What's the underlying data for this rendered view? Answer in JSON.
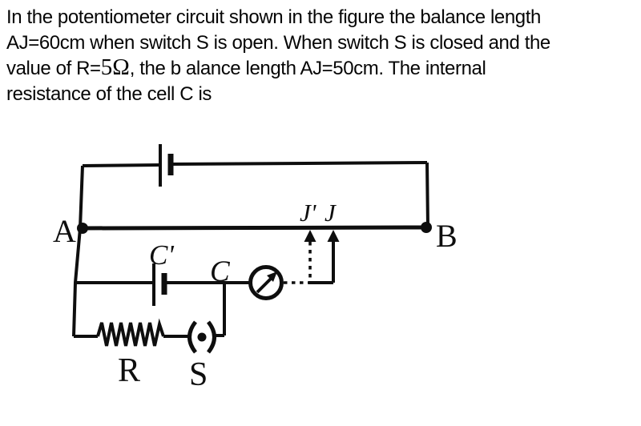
{
  "question": {
    "line1": "In the potentiometer circuit shown in the figure the balance length",
    "line2": "AJ=60cm when switch S is open. When switch S is closed and the",
    "line3_pre": "value of R=",
    "line3_math": "5Ω",
    "line3_post": ", the b alance length AJ=50cm. The internal",
    "line4": "resistance of the cell C is"
  },
  "diagram": {
    "ink_color": "#0e0e0e",
    "background_color": "#ffffff",
    "labels": {
      "A": "A",
      "B": "B",
      "C_prime": "C'",
      "C": "C",
      "J_prime": "J'",
      "J": "J",
      "R": "R",
      "S": "S"
    }
  }
}
